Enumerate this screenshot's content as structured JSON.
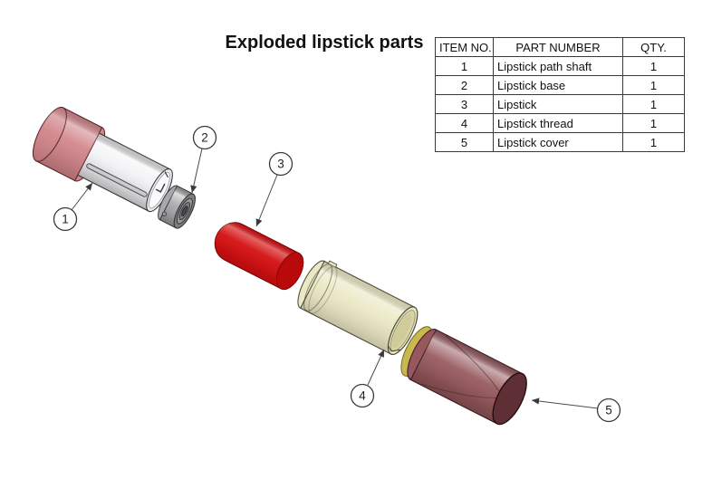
{
  "title": "Exploded lipstick parts",
  "table": {
    "headers": [
      "ITEM NO.",
      "PART NUMBER",
      "QTY."
    ],
    "rows": [
      {
        "item": "1",
        "part": "Lipstick path shaft",
        "qty": "1"
      },
      {
        "item": "2",
        "part": "Lipstick base",
        "qty": "1"
      },
      {
        "item": "3",
        "part": "Lipstick",
        "qty": "1"
      },
      {
        "item": "4",
        "part": "Lipstick thread",
        "qty": "1"
      },
      {
        "item": "5",
        "part": "Lipstick cover",
        "qty": "1"
      }
    ]
  },
  "balloons": [
    "1",
    "2",
    "3",
    "4",
    "5"
  ],
  "colors": {
    "outline": "#3a3a3a",
    "cap_pink": "#d2868b",
    "tube_white": "#f2f2f5",
    "base_gray": "#a9a9ac",
    "base_face": "#7d7d80",
    "lipstick_red": "#d40f10",
    "lipstick_face": "#b90a0b",
    "thread_cream": "#ebe8c5",
    "thread_inner": "#d8d4a6",
    "cover_maroon": "#96585c",
    "cover_face": "#5e3036",
    "cover_rim_gold": "#c8b84e"
  }
}
